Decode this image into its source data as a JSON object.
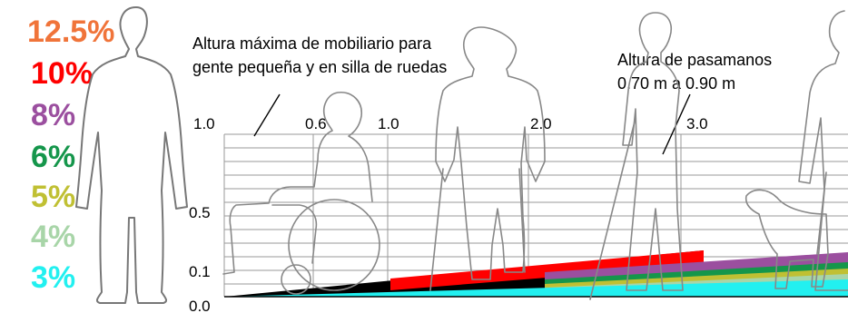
{
  "slope_legend": [
    {
      "label": "12.5%",
      "color": "#f0743a"
    },
    {
      "label": "10%",
      "color": "#ff0000"
    },
    {
      "label": "8%",
      "color": "#9b4f9f"
    },
    {
      "label": "6%",
      "color": "#15964b"
    },
    {
      "label": "5%",
      "color": "#c0c033"
    },
    {
      "label": "4%",
      "color": "#a8d5a8"
    },
    {
      "label": "3%",
      "color": "#22f0f0"
    }
  ],
  "annotations": {
    "furniture_height_line1": "Altura máxima de mobiliario para",
    "furniture_height_line2": "gente pequeña y en silla de ruedas",
    "handrail_line1": "Altura de pasamanos",
    "handrail_line2": "0.70 m a 0.90 m"
  },
  "ticks": {
    "top": [
      "1.0",
      "0.6",
      "1.0",
      "2.0",
      "3.0"
    ],
    "left": [
      "0.5",
      "0.1",
      "0.0"
    ]
  },
  "figures": [
    "standing-person",
    "wheelchair-user",
    "person-with-crutches",
    "person-with-cane",
    "person-with-guide-dog"
  ]
}
